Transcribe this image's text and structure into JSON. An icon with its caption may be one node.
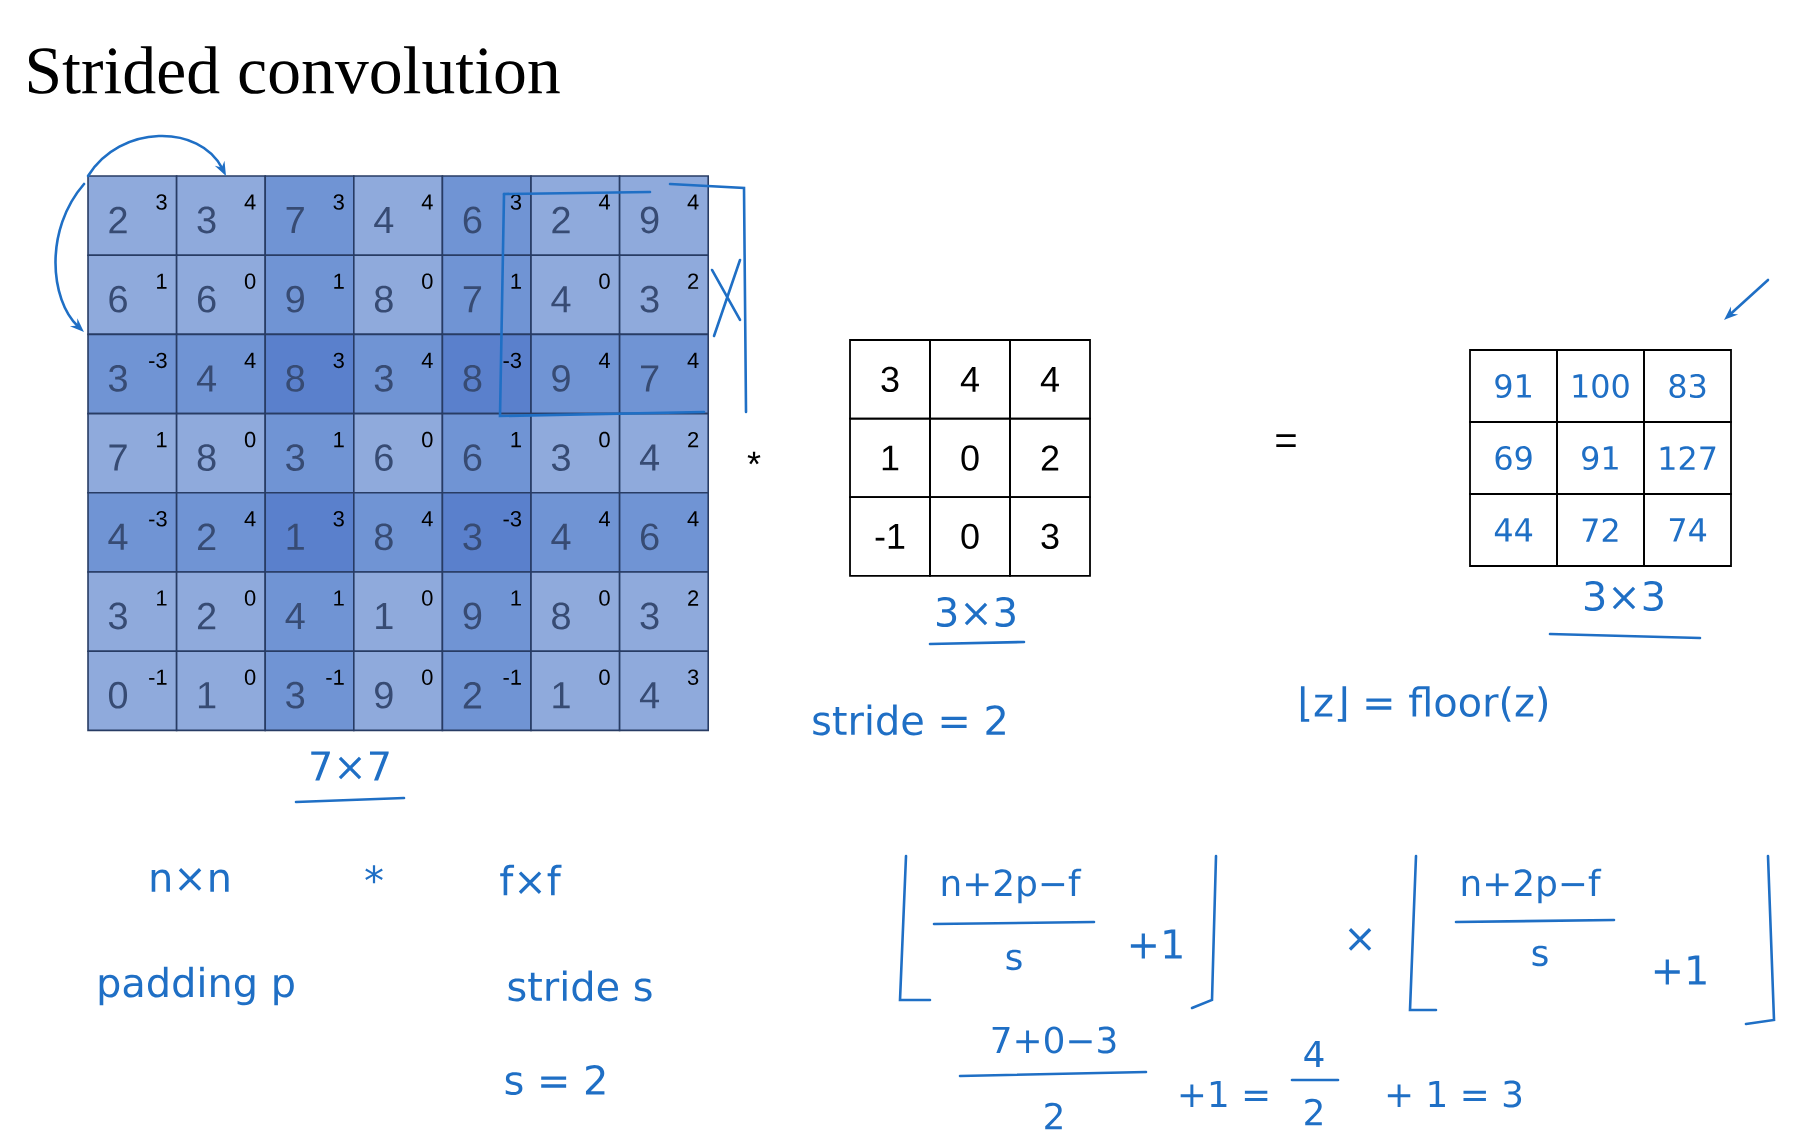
{
  "diagram": {
    "title": "Strided convolution",
    "labels": [
      "2",
      "3",
      "3",
      "4",
      "7",
      "3",
      "4",
      "4",
      "6",
      "3",
      "2",
      "4",
      "9",
      "4",
      "6",
      "1",
      "6",
      "0",
      "9",
      "1",
      "8",
      "0",
      "7",
      "1",
      "4",
      "0",
      "3",
      "2",
      "3",
      "-3",
      "4",
      "4",
      "8",
      "3",
      "3",
      "4",
      "8",
      "-3",
      "9",
      "4",
      "7",
      "4",
      "7",
      "1",
      "8",
      "0",
      "3",
      "1",
      "6",
      "0",
      "6",
      "1",
      "3",
      "0",
      "4",
      "2",
      "4",
      "-3",
      "2",
      "4",
      "1",
      "3",
      "8",
      "4",
      "3",
      "-3",
      "4",
      "4",
      "6",
      "4",
      "3",
      "1",
      "2",
      "0",
      "4",
      "1",
      "1",
      "0",
      "9",
      "1",
      "8",
      "0",
      "3",
      "2",
      "0",
      "-1",
      "1",
      "0",
      "3",
      "-1",
      "9",
      "0",
      "2",
      "-1",
      "1",
      "0",
      "4",
      "3",
      "*",
      "3",
      "4",
      "4",
      "1",
      "0",
      "2",
      "-1",
      "0",
      "3",
      "=",
      "91",
      "100",
      "83",
      "69",
      "91",
      "127",
      "44",
      "72",
      "74",
      "7×7",
      "3×3",
      "3×3",
      "stride = 2",
      "⌊z⌋ = floor(z)",
      "n×n",
      "*",
      "f×f",
      "padding p",
      "stride s",
      "s = 2",
      "n+2p−f",
      "s",
      "+1",
      "×",
      "n+2p−f",
      "s",
      "+1",
      "7+0−3",
      "2",
      "+1 =",
      "4",
      "2",
      "+ 1 = 3"
    ]
  }
}
